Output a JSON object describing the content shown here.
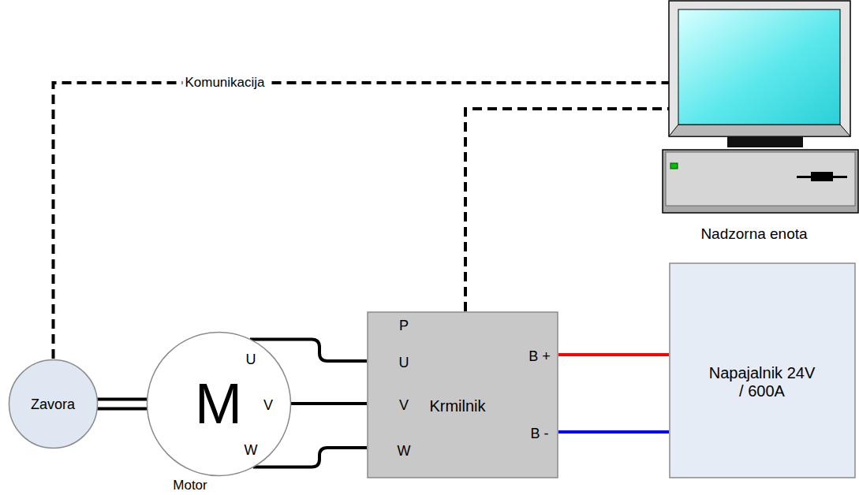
{
  "diagram": {
    "nodes": [
      {
        "text": [
          "Zavora"
        ]
      },
      {
        "text": [
          "M",
          "Motor"
        ]
      },
      {
        "text": [
          "Krmilnik"
        ]
      },
      {
        "text": [
          "Napajalnik 24V / 600A"
        ]
      },
      {
        "text": [
          "Nadzorna enota"
        ]
      }
    ],
    "edges": [
      {
        "from": 0,
        "to": 1,
        "arrow": "none"
      },
      {
        "from": 1,
        "to": 2,
        "arrow": "none"
      },
      {
        "from": 1,
        "to": 2,
        "arrow": "none"
      },
      {
        "from": 1,
        "to": 2,
        "arrow": "none"
      },
      {
        "from": 2,
        "to": 3,
        "arrow": "none"
      },
      {
        "from": 2,
        "to": 3,
        "arrow": "none"
      },
      {
        "from": 0,
        "to": 4,
        "label": "Komunikacija",
        "arrow": "none"
      },
      {
        "from": 2,
        "to": 4,
        "arrow": "none"
      }
    ],
    "labels": [
      "U",
      "V",
      "W",
      "P",
      "U",
      "V",
      "W",
      "B +",
      "B -"
    ]
  }
}
